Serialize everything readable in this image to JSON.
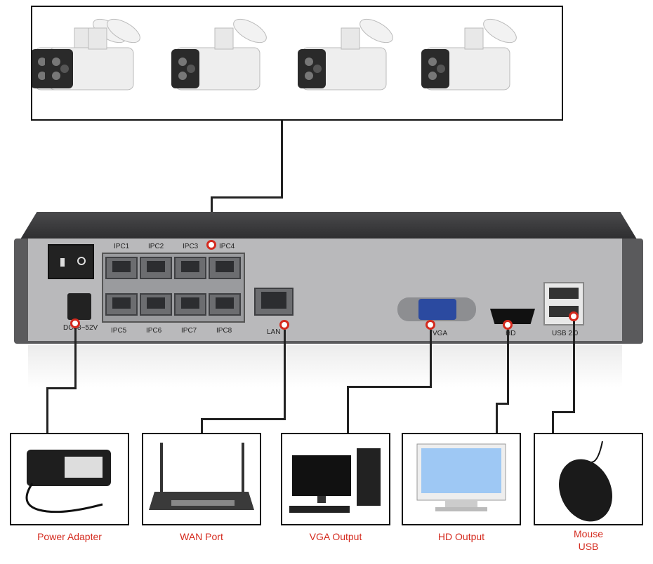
{
  "nvr": {
    "ports": [
      "IPC1",
      "IPC2",
      "IPC3",
      "IPC4",
      "IPC5",
      "IPC6",
      "IPC7",
      "IPC8"
    ],
    "dc_label": "DC48~52V",
    "lan_label": "LAN",
    "vga_label": "VGA",
    "hd_label": "HD",
    "usb_label": "USB 2.0"
  },
  "devices": [
    {
      "id": "power",
      "caption": "Power Adapter"
    },
    {
      "id": "wan",
      "caption": "WAN Port"
    },
    {
      "id": "vga",
      "caption": "VGA Output"
    },
    {
      "id": "hd",
      "caption": "HD Output"
    },
    {
      "id": "usb",
      "caption": "Mouse\nUSB"
    }
  ],
  "colors": {
    "caption": "#d42a1e",
    "marker": "#d42a1e",
    "nvr_panel": "#b9b9bb"
  }
}
